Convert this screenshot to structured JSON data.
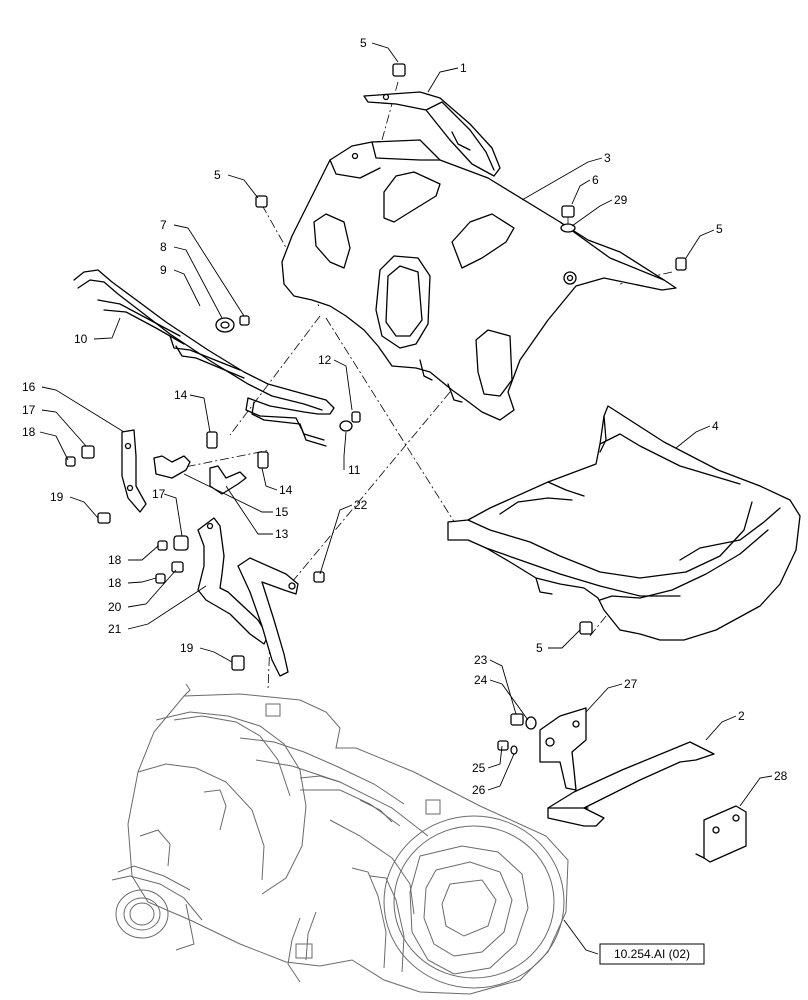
{
  "callouts": {
    "c5a": "5",
    "c1": "1",
    "c3": "3",
    "c5b": "5",
    "c6": "6",
    "c29": "29",
    "c5c": "5",
    "c7": "7",
    "c8": "8",
    "c9": "9",
    "c10": "10",
    "c12": "12",
    "c16": "16",
    "c17a": "17",
    "c18a": "18",
    "c14a": "14",
    "c14b": "14",
    "c11": "11",
    "c15": "15",
    "c19a": "19",
    "c13": "13",
    "c4": "4",
    "c22": "22",
    "c17b": "17",
    "c18b": "18",
    "c18c": "18",
    "c20": "20",
    "c21": "21",
    "c5d": "5",
    "c19b": "19",
    "c23": "23",
    "c27": "27",
    "c24": "24",
    "c2": "2",
    "c28": "28",
    "c25": "25",
    "c26": "26"
  },
  "reference": {
    "label": "10.254.AI (02)"
  }
}
